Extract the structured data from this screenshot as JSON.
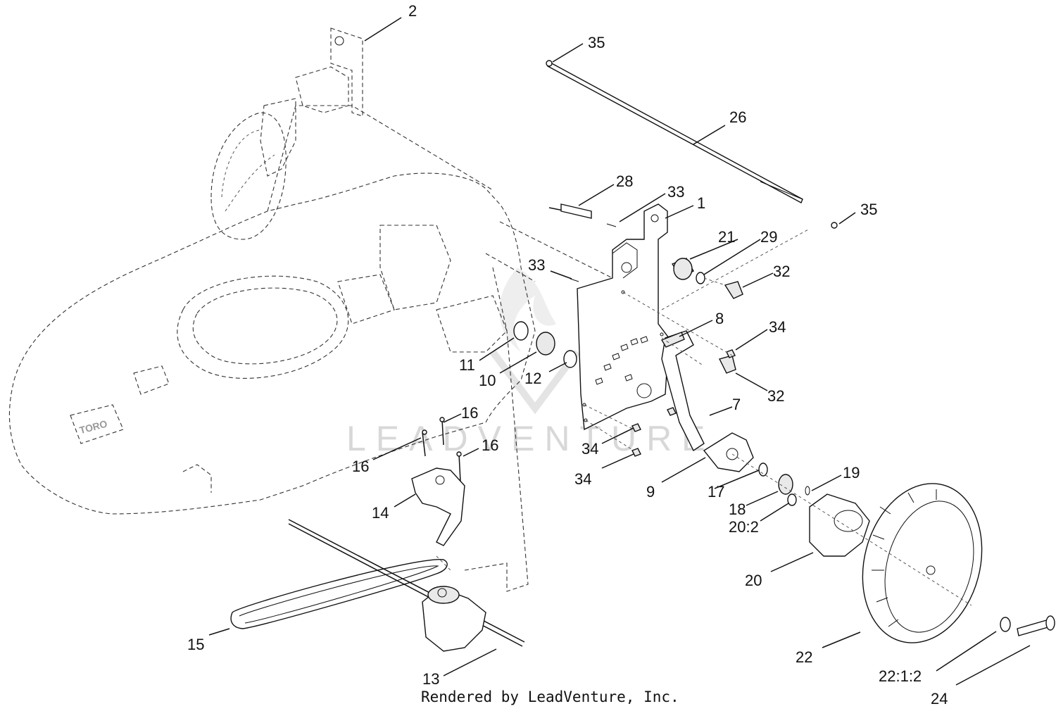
{
  "diagram": {
    "watermark": "LEADVENTURE",
    "credit": "Rendered by LeadVenture, Inc.",
    "deck_logo": "TORO",
    "callouts": [
      {
        "id": "c2",
        "label": "2"
      },
      {
        "id": "c35a",
        "label": "35"
      },
      {
        "id": "c26",
        "label": "26"
      },
      {
        "id": "c28",
        "label": "28"
      },
      {
        "id": "c33a",
        "label": "33"
      },
      {
        "id": "c1",
        "label": "1"
      },
      {
        "id": "c35b",
        "label": "35"
      },
      {
        "id": "c21",
        "label": "21"
      },
      {
        "id": "c29",
        "label": "29"
      },
      {
        "id": "c33b",
        "label": "33"
      },
      {
        "id": "c32a",
        "label": "32"
      },
      {
        "id": "c8",
        "label": "8"
      },
      {
        "id": "c34a",
        "label": "34"
      },
      {
        "id": "c11",
        "label": "11"
      },
      {
        "id": "c10",
        "label": "10"
      },
      {
        "id": "c12",
        "label": "12"
      },
      {
        "id": "c32b",
        "label": "32"
      },
      {
        "id": "c7",
        "label": "7"
      },
      {
        "id": "c16a",
        "label": "16"
      },
      {
        "id": "c16b",
        "label": "16"
      },
      {
        "id": "c16c",
        "label": "16"
      },
      {
        "id": "c34b",
        "label": "34"
      },
      {
        "id": "c34c",
        "label": "34"
      },
      {
        "id": "c19",
        "label": "19"
      },
      {
        "id": "c9",
        "label": "9"
      },
      {
        "id": "c17",
        "label": "17"
      },
      {
        "id": "c18",
        "label": "18"
      },
      {
        "id": "c20b",
        "label": "20:2"
      },
      {
        "id": "c14",
        "label": "14"
      },
      {
        "id": "c20",
        "label": "20"
      },
      {
        "id": "c15",
        "label": "15"
      },
      {
        "id": "c22",
        "label": "22"
      },
      {
        "id": "c221",
        "label": "22:1:2"
      },
      {
        "id": "c13",
        "label": "13"
      },
      {
        "id": "c24",
        "label": "24"
      }
    ]
  }
}
